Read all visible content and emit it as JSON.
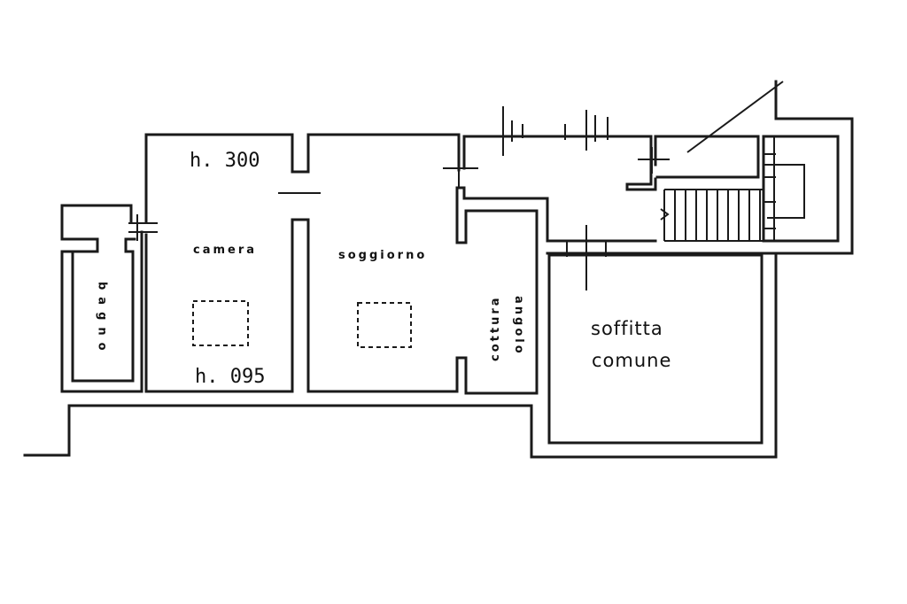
{
  "labels": {
    "height_top": "h. 300",
    "height_bottom": "h. 095",
    "camera": "camera",
    "bagno": "bagno",
    "soggiorno": "soggiorno",
    "angolo": "angolo",
    "cottura": "cottura",
    "soffitta": "soffitta",
    "comune": "comune"
  }
}
